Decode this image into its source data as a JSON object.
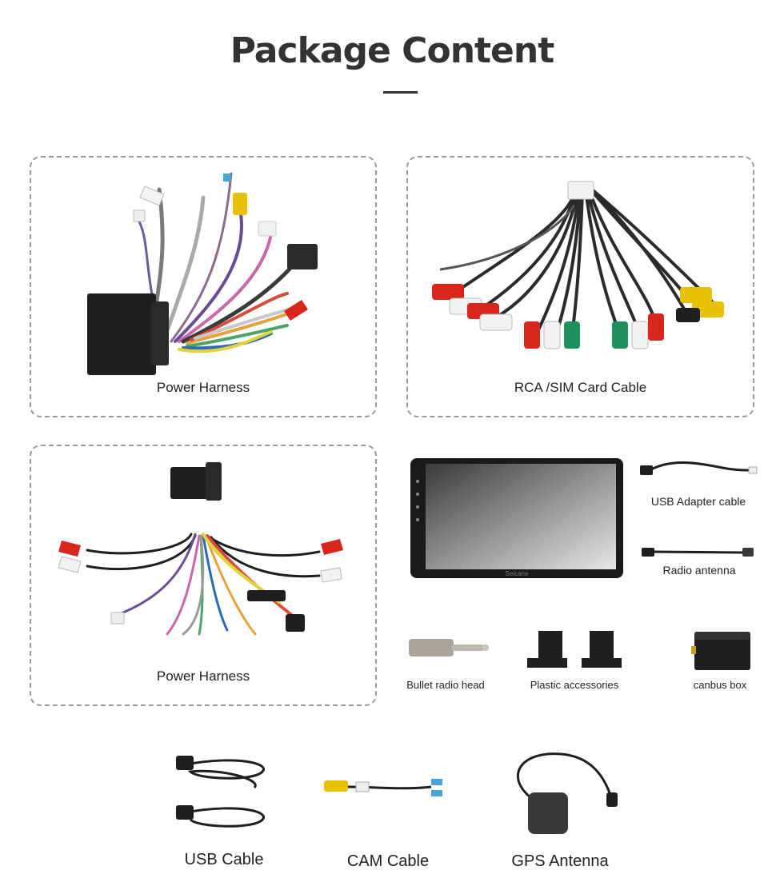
{
  "header": {
    "title": "Package Content"
  },
  "panels": {
    "power_harness_1": {
      "label": "Power Harness"
    },
    "rca_sim": {
      "label": "RCA /SIM Card Cable"
    },
    "power_harness_2": {
      "label": "Power Harness"
    }
  },
  "accessories": {
    "usb_adapter": "USB Adapter cable",
    "radio_antenna": "Radio antenna",
    "bullet_radio_head": "Bullet radio head",
    "plastic_accessories": "Plastic accessories",
    "canbus_box": "canbus box"
  },
  "head_unit": {
    "brand": "Seicane"
  },
  "bottom_items": {
    "usb_cable": "USB Cable",
    "cam_cable": "CAM Cable",
    "gps_antenna": "GPS Antenna"
  }
}
